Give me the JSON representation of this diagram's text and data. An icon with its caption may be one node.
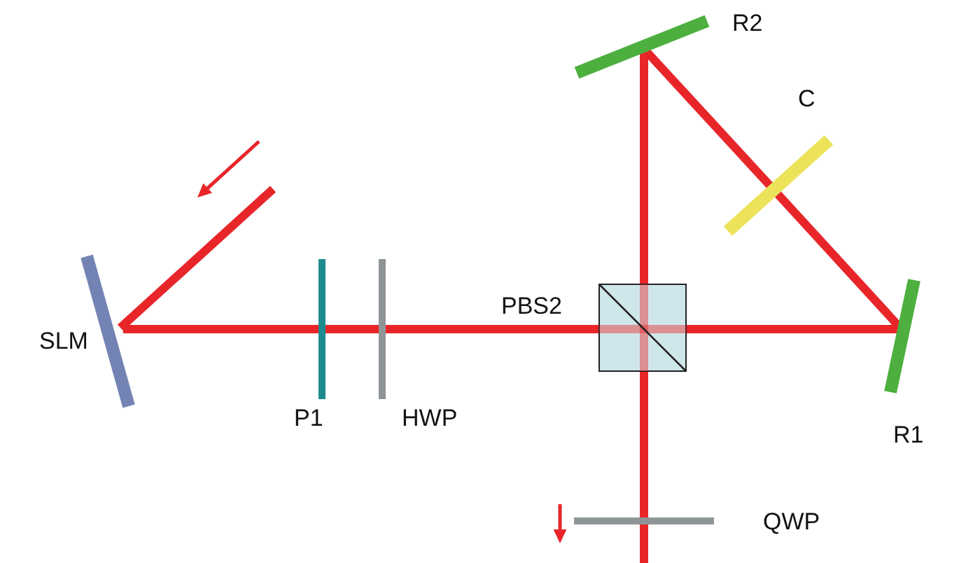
{
  "diagram": {
    "nodes": [
      {
        "text": [
          "SLM"
        ]
      },
      {
        "text": [
          "P1"
        ]
      },
      {
        "text": [
          "HWP"
        ]
      },
      {
        "text": [
          "PBS2"
        ]
      },
      {
        "text": [
          "R2"
        ]
      },
      {
        "text": [
          "C"
        ]
      },
      {
        "text": [
          "R1"
        ]
      },
      {
        "text": [
          "QWP"
        ]
      }
    ],
    "edges": [
      {
        "from": null,
        "to": 0,
        "arrow": "none"
      },
      {
        "from": 0,
        "to": 1,
        "arrow": "none"
      },
      {
        "from": 1,
        "to": 2,
        "arrow": "none"
      },
      {
        "from": 2,
        "to": 3,
        "arrow": "none"
      },
      {
        "from": 3,
        "to": 6,
        "arrow": "none"
      },
      {
        "from": 6,
        "to": 5,
        "arrow": "none"
      },
      {
        "from": 5,
        "to": 4,
        "arrow": "none"
      },
      {
        "from": 4,
        "to": 3,
        "arrow": "none"
      },
      {
        "from": 3,
        "to": 7,
        "arrow": "none"
      },
      {
        "from": 7,
        "to": null,
        "arrow": "none"
      }
    ]
  }
}
